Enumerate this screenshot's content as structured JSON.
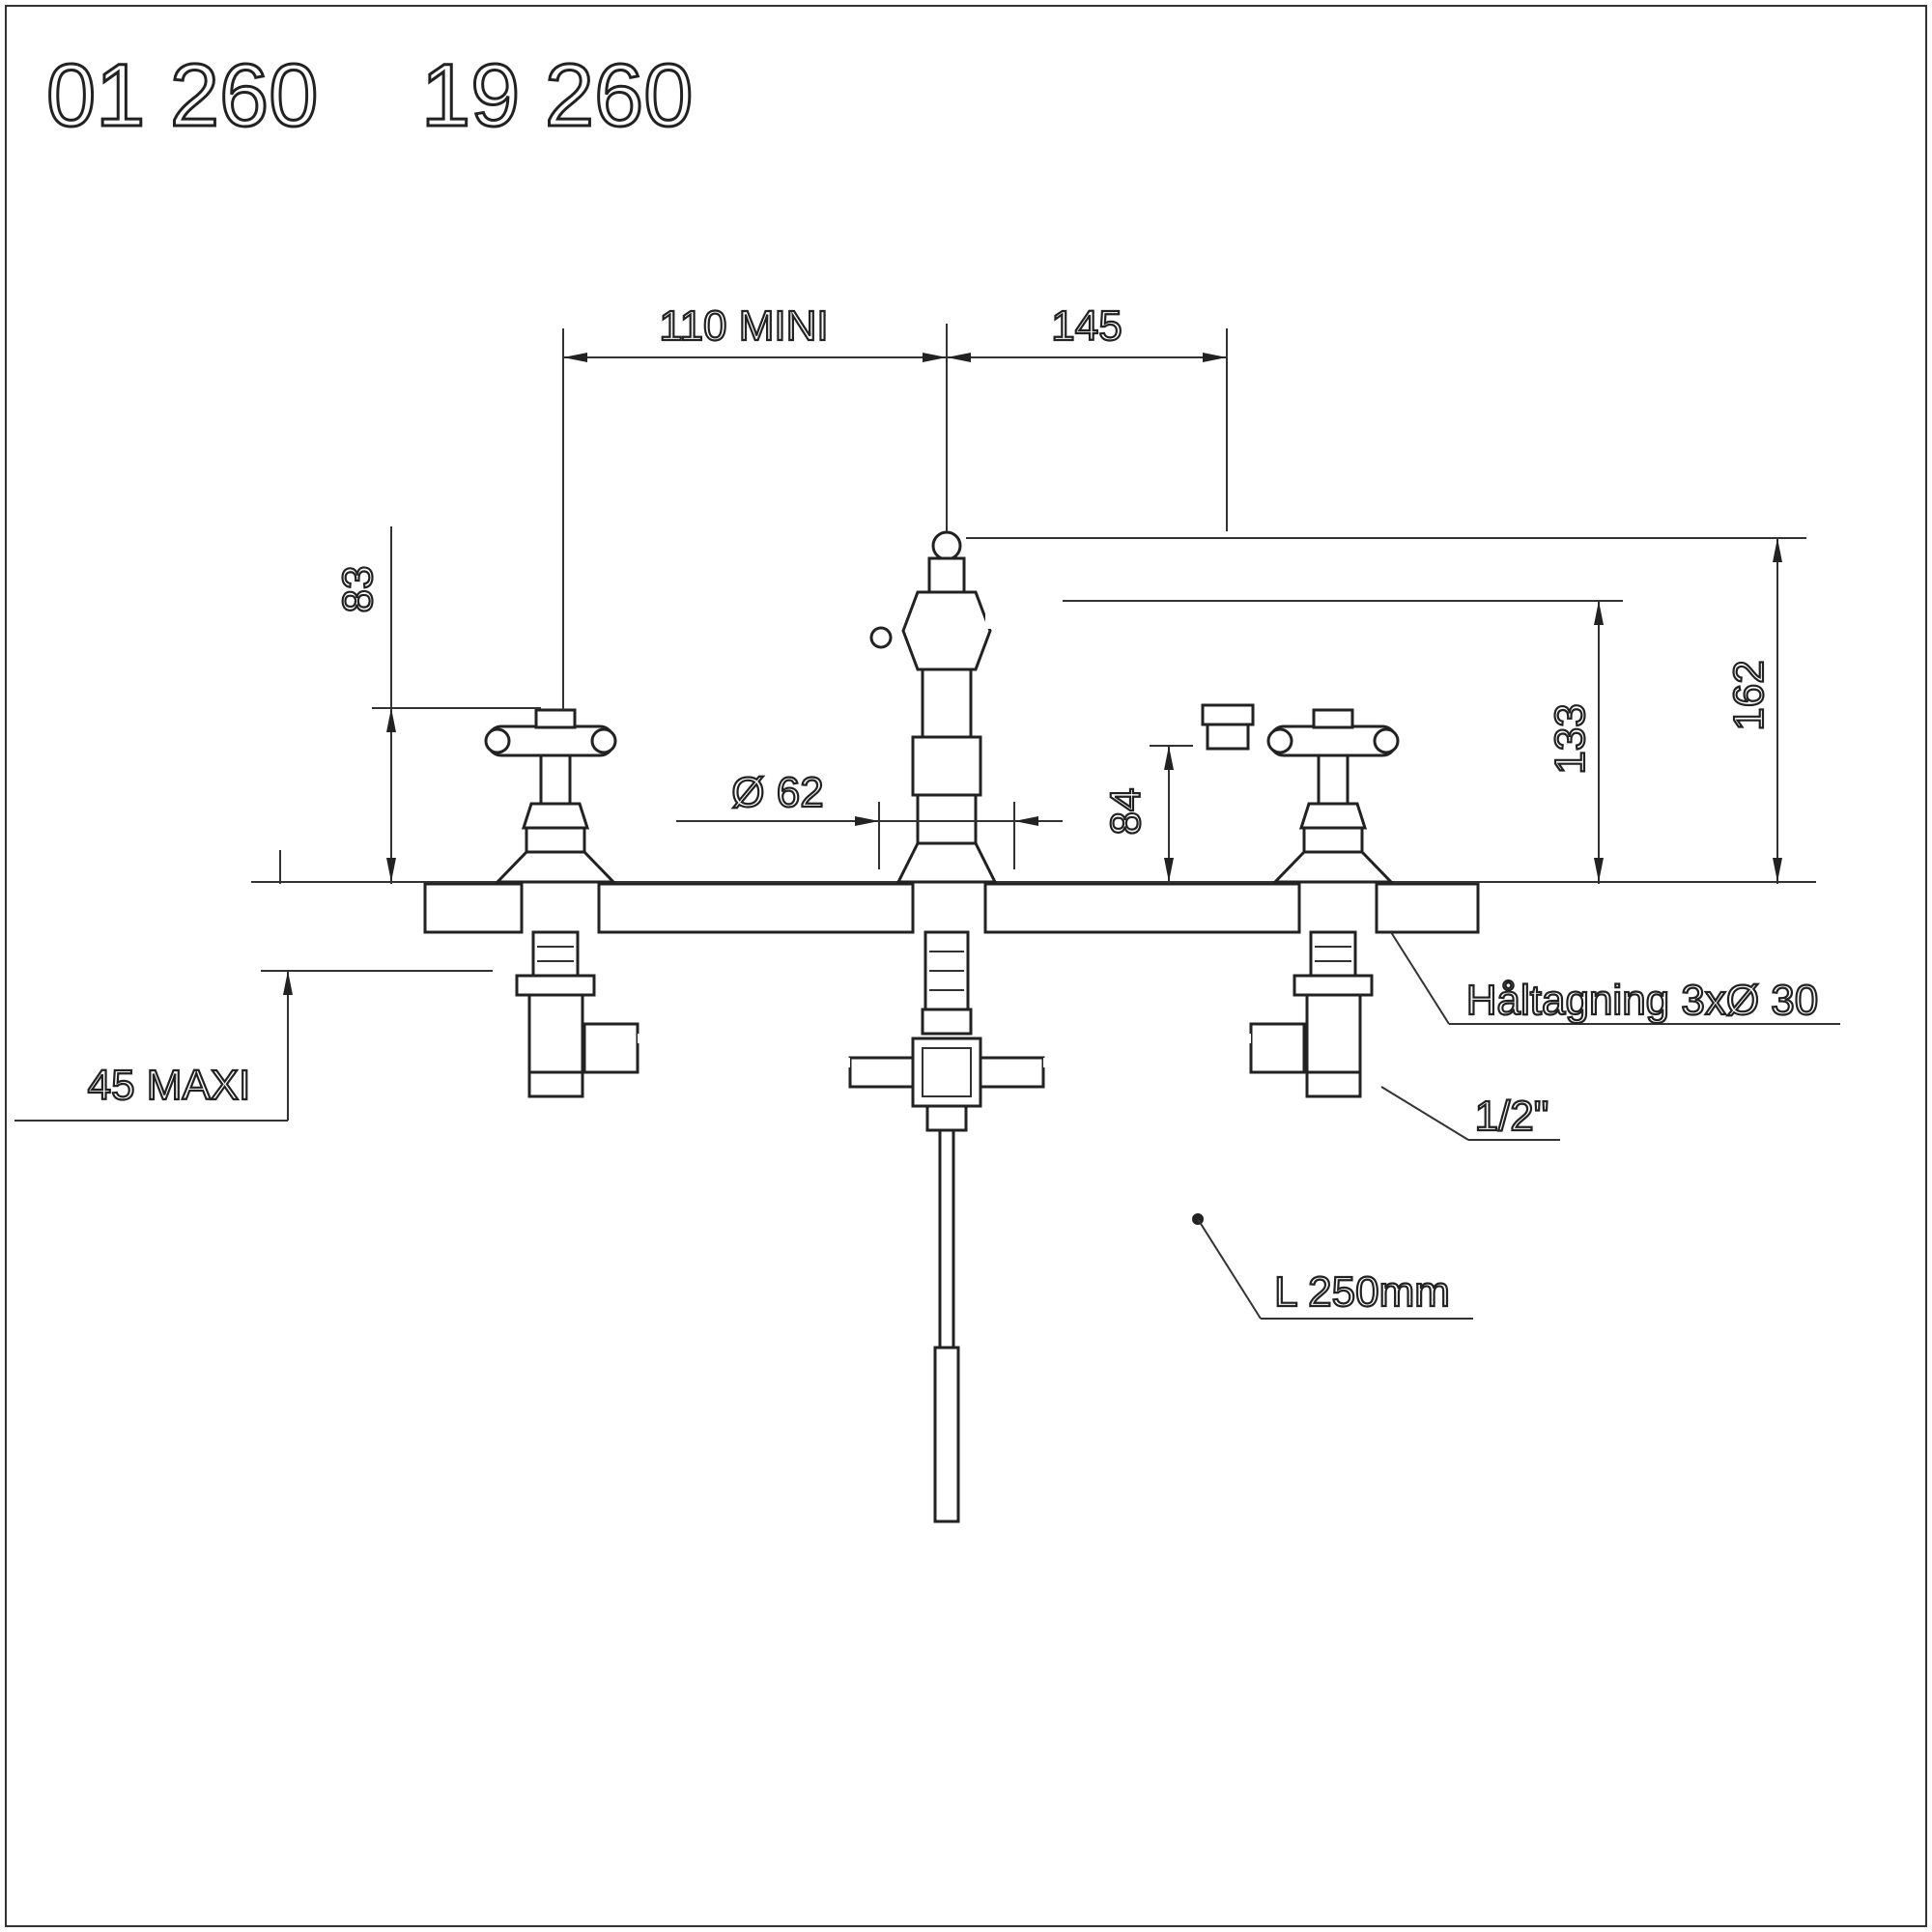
{
  "header": {
    "model_codes": [
      "01 260",
      "19 260"
    ]
  },
  "dimensions": {
    "spacing_min": "110 MINI",
    "spout_reach": "145",
    "handle_height": "83",
    "base_diameter": "Ø 62",
    "spout_clearance": "84",
    "spout_height": "133",
    "total_height": "162",
    "max_deck_thickness": "45 MAXI"
  },
  "annotations": {
    "hole_spec": "Håltagning 3xØ 30",
    "connection": "1/2\"",
    "hose_length": "L 250mm"
  }
}
